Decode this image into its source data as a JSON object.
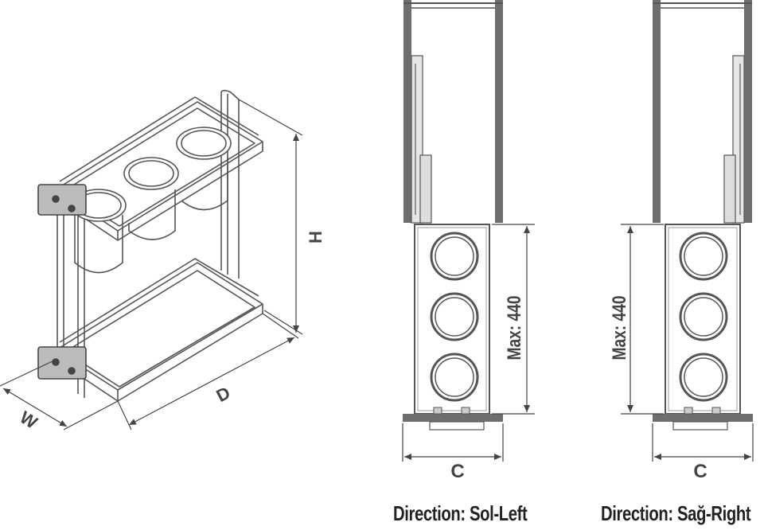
{
  "iso_view": {
    "labels": {
      "height": "H",
      "depth": "D",
      "width": "W"
    }
  },
  "left_view": {
    "max_label": "Max: 440",
    "width_label": "C",
    "caption": "Direction: Sol-Left"
  },
  "right_view": {
    "max_label": "Max: 440",
    "width_label": "C",
    "caption": "Direction: Sağ-Right"
  },
  "colors": {
    "line": "#444444",
    "panel": "#6e6e6e",
    "background": "#ffffff"
  }
}
